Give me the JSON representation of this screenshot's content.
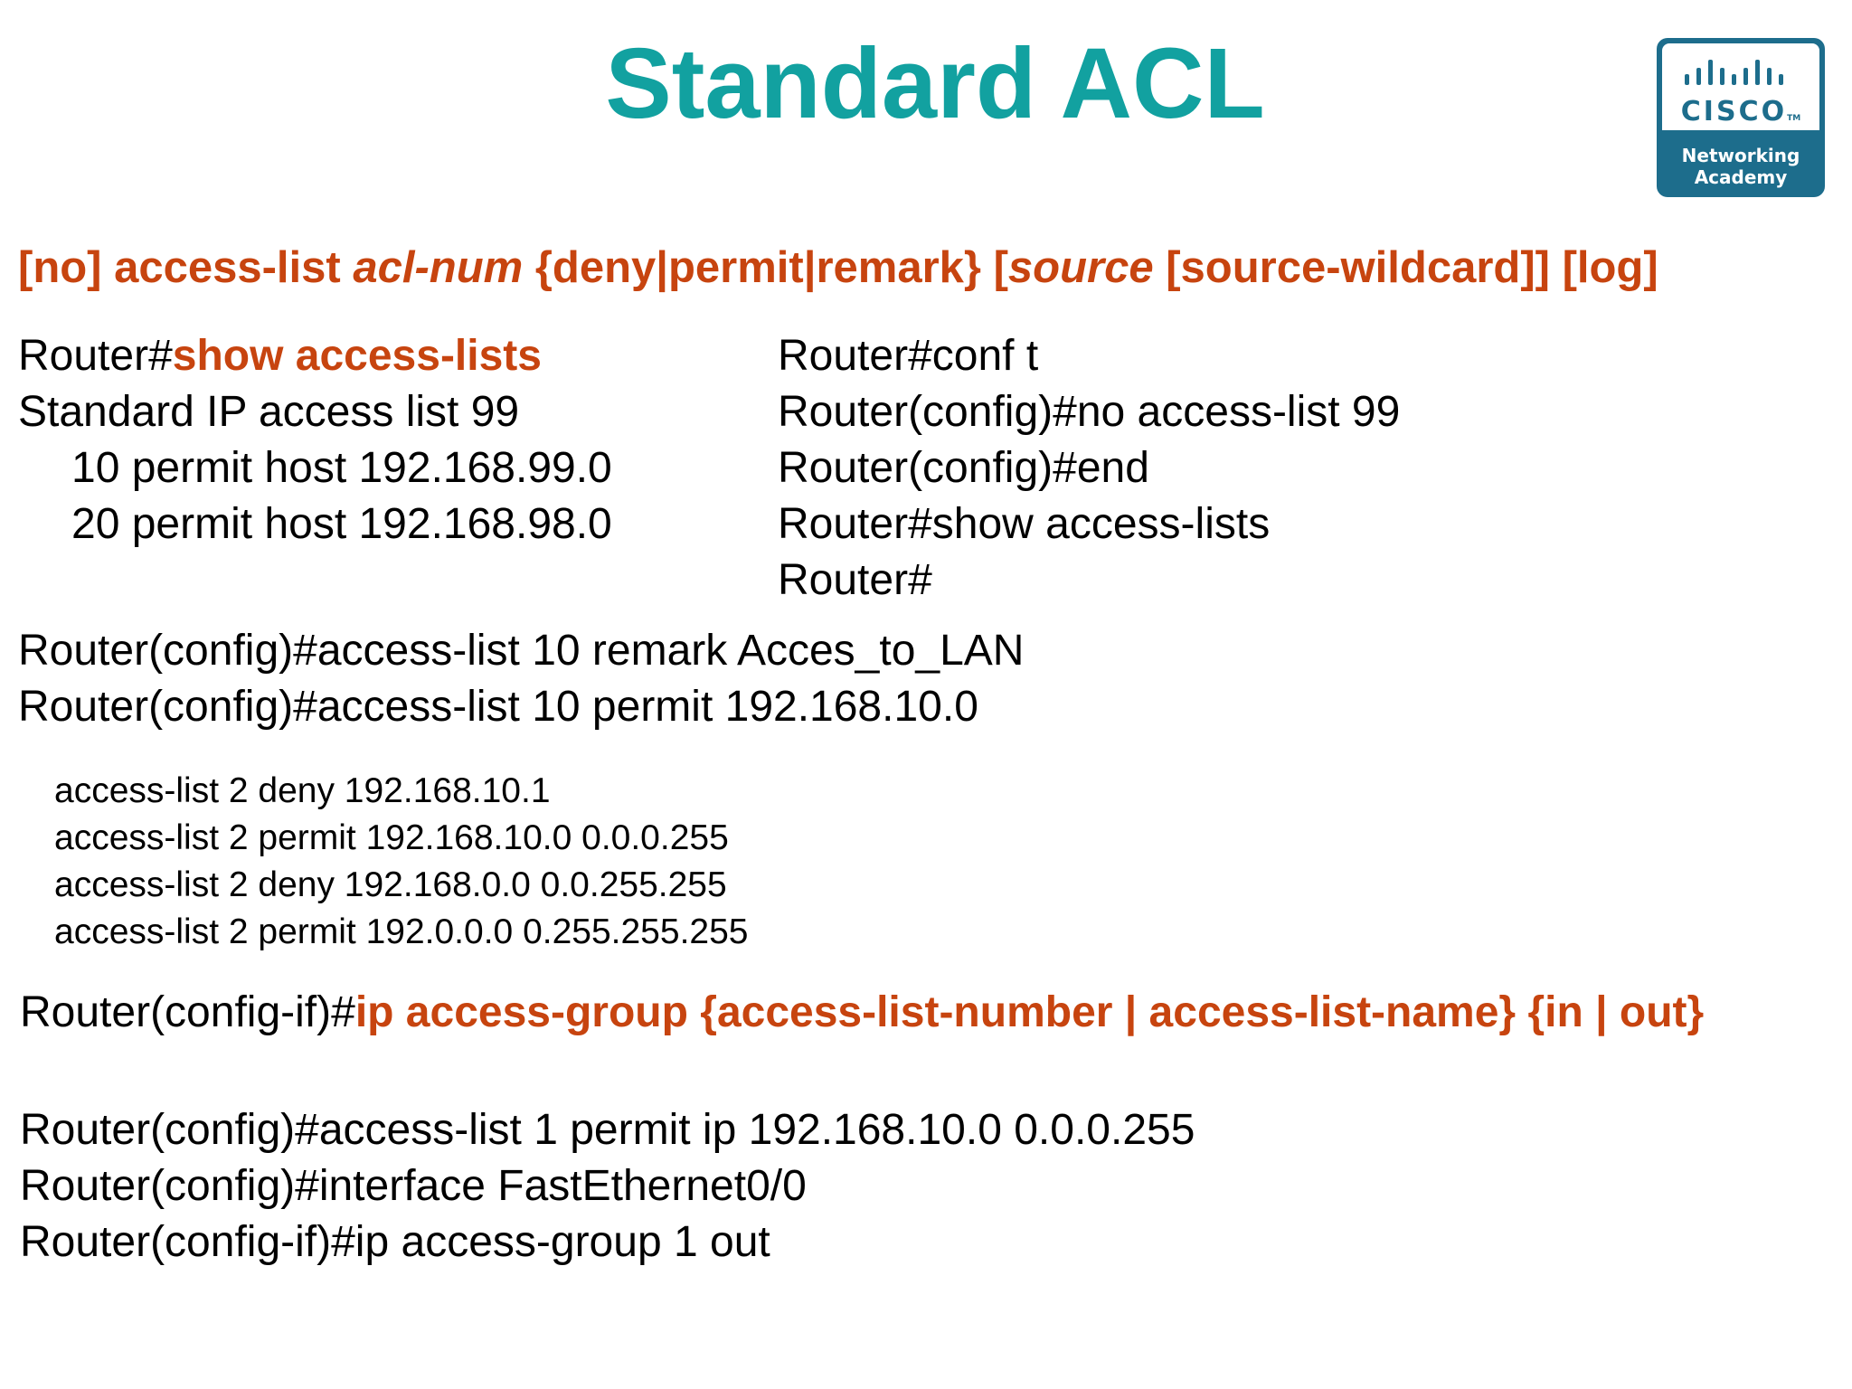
{
  "slide": {
    "title": "Standard ACL",
    "logo": {
      "wordmark": "CISCO",
      "tm": "TM",
      "subtitle": "Networking\nAcademy"
    },
    "syntax": {
      "p1": "[no] access-list ",
      "p2": "acl-num",
      "p3": " {deny|permit|remark} [",
      "p4": "source",
      "p5": " [source-wildcard]] [log]"
    },
    "show_block": {
      "prompt": "Router#",
      "command": "show access-lists",
      "lines": [
        "Standard IP access list 99",
        "10 permit host 192.168.99.0",
        "20 permit host 192.168.98.0"
      ]
    },
    "remove_block": [
      "Router#conf t",
      "Router(config)#no access-list 99",
      "Router(config)#end",
      "Router#show access-lists",
      "Router#"
    ],
    "remark_block": [
      "Router(config)#access-list 10 remark Acces_to_LAN",
      "Router(config)#access-list 10 permit 192.168.10.0"
    ],
    "example_block": [
      "access-list 2 deny 192.168.10.1",
      "access-list 2 permit 192.168.10.0 0.0.0.255",
      "access-list 2 deny 192.168.0.0 0.0.255.255",
      "access-list 2 permit 192.0.0.0 0.255.255.255"
    ],
    "group_syntax": {
      "prompt": "Router(config-if)#",
      "command": "ip access-group {access-list-number | access-list-name} {in | out}"
    },
    "apply_block": [
      "Router(config)#access-list 1 permit ip 192.168.10.0 0.0.0.255",
      "Router(config)#interface FastEthernet0/0",
      "Router(config-if)#ip access-group 1 out"
    ],
    "colors": {
      "title": "#12a1a0",
      "highlight": "#c7440f",
      "logo": "#1d6d8c"
    }
  }
}
